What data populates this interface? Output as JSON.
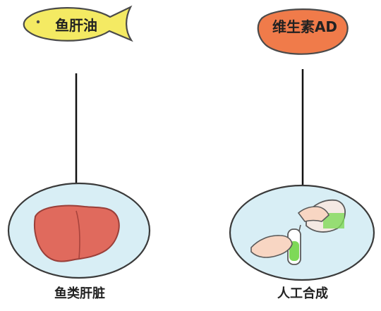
{
  "nodes": {
    "fish_oil": "鱼肝油",
    "vitamin_ad": "维生素AD",
    "fish_liver": "鱼类肝脏",
    "synthesis": "人工合成"
  },
  "colors": {
    "fish_fill": "#F4EA63",
    "fish_outline": "#4A4A4A",
    "pill_fill": "#F07B4A",
    "pill_outline": "#4A4A4A",
    "line": "#111111",
    "bubble_fill": "#D8EEF5",
    "bubble_outline": "#3A3A3A",
    "liver_fill": "#E06A5D",
    "liver_outline": "#9A3F39",
    "liquid_green": "#7ED957",
    "tube_outline": "#5A5A5A"
  },
  "icons": {
    "fish": "fish-icon",
    "pill": "pill-icon",
    "liver": "liver-icon",
    "hands_lab": "hands-lab-icon"
  }
}
